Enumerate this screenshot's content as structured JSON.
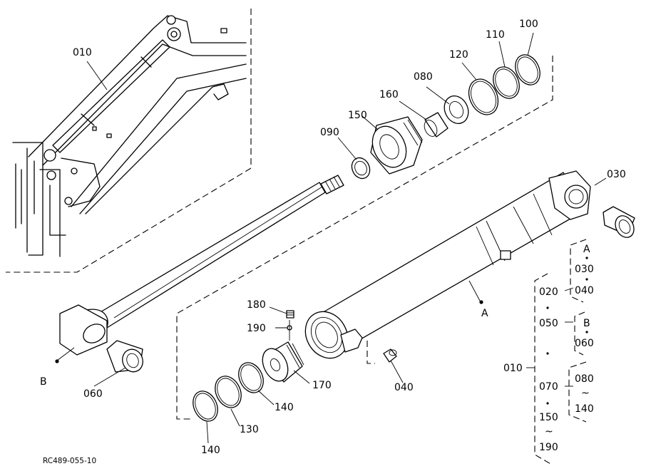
{
  "reference": "RC489-055-10",
  "parts": {
    "p010": "010",
    "p030": "030",
    "p040": "040",
    "p060": "060",
    "p080": "080",
    "p090": "090",
    "p100": "100",
    "p110": "110",
    "p120": "120",
    "p130": "130",
    "p140a": "140",
    "p140b": "140",
    "p150": "150",
    "p160": "160",
    "p170": "170",
    "p180": "180",
    "p190": "190"
  },
  "points": {
    "a": "A",
    "b": "B"
  },
  "legend": {
    "root": "010",
    "c020": "020",
    "c050": "050",
    "c070": "070",
    "c150": "150",
    "tilde1": "~",
    "c190": "190",
    "a_head": "A",
    "a_030": "030",
    "a_040": "040",
    "b_head": "B",
    "b_060": "060",
    "r_080": "080",
    "tilde2": "~",
    "r_140": "140"
  }
}
